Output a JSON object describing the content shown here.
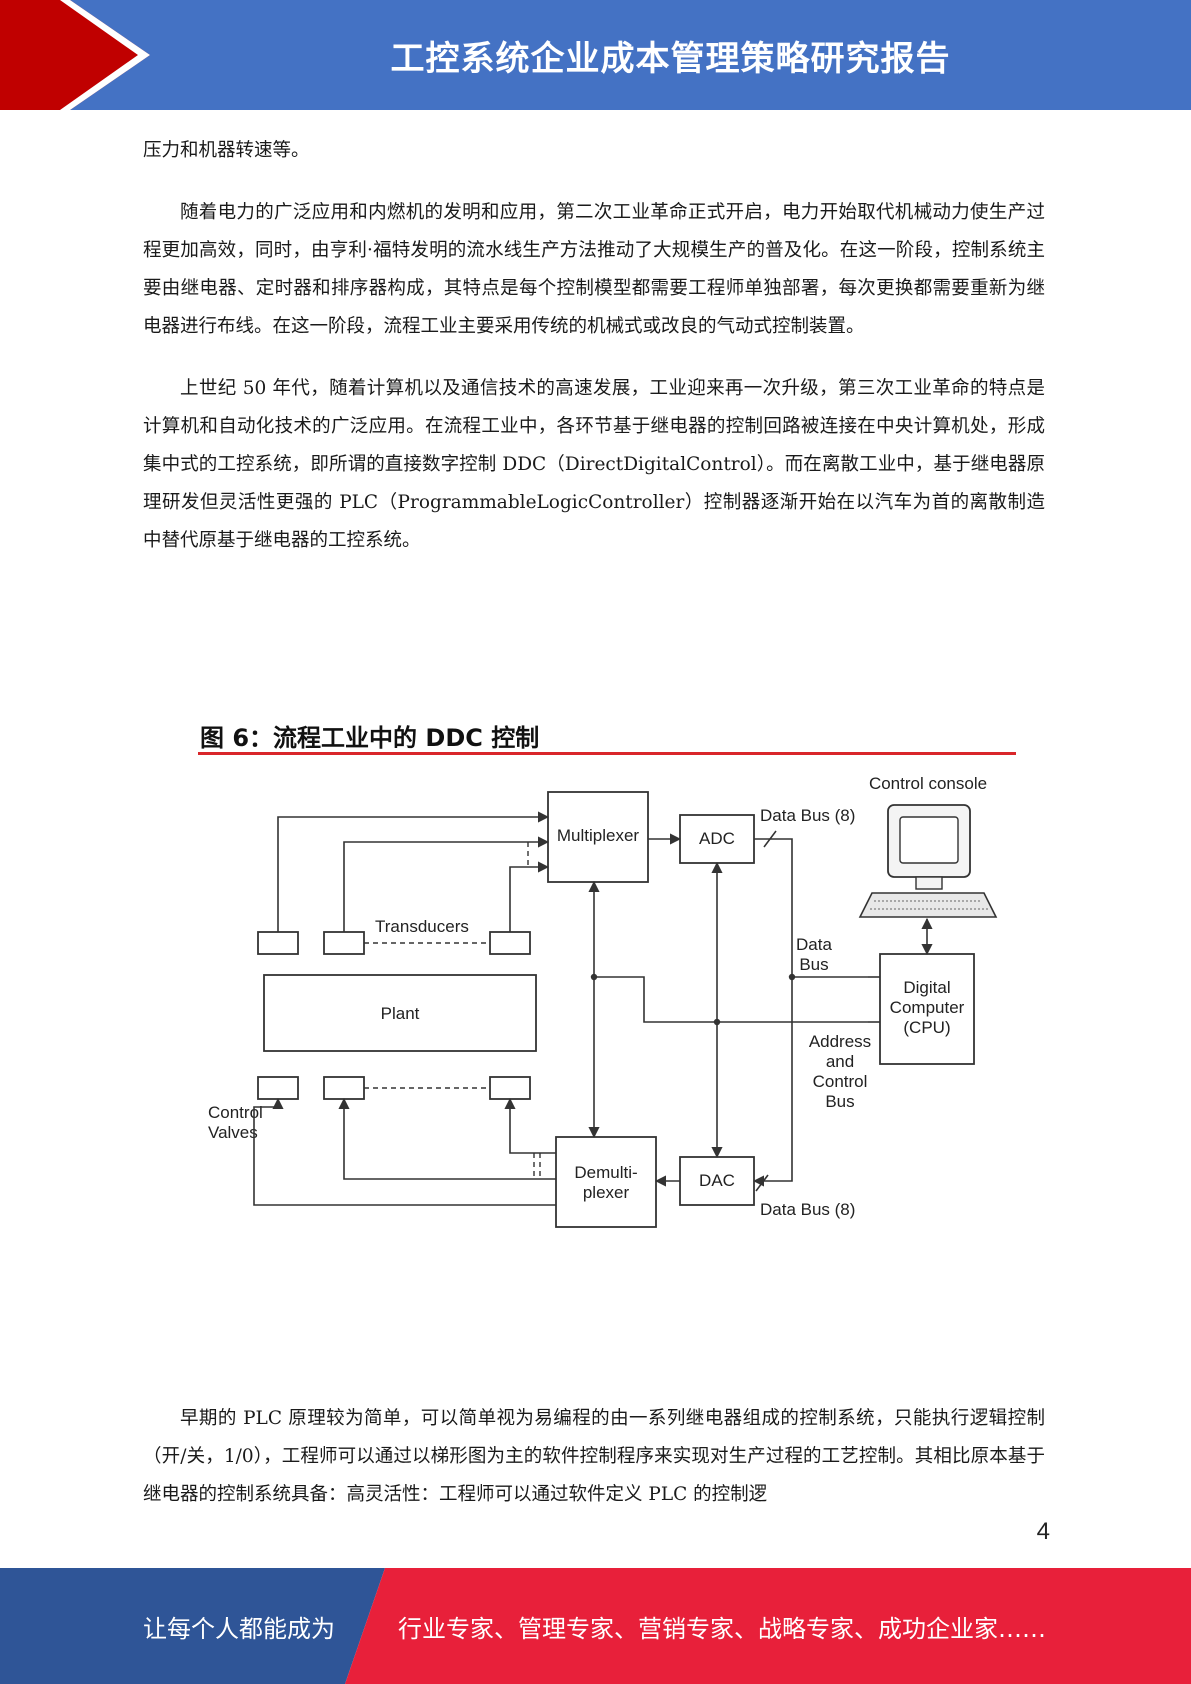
{
  "header": {
    "title": "工控系统企业成本管理策略研究报告",
    "colors": {
      "bar": "#4472c4",
      "chevron": "#c00000"
    }
  },
  "body": {
    "p1": "压力和机器转速等。",
    "p2": "随着电力的广泛应用和内燃机的发明和应用，第二次工业革命正式开启，电力开始取代机械动力使生产过程更加高效，同时，由亨利·福特发明的流水线生产方法推动了大规模生产的普及化。在这一阶段，控制系统主要由继电器、定时器和排序器构成，其特点是每个控制模型都需要工程师单独部署，每次更换都需要重新为继电器进行布线。在这一阶段，流程工业主要采用传统的机械式或改良的气动式控制装置。",
    "p3": "上世纪 50 年代，随着计算机以及通信技术的高速发展，工业迎来再一次升级，第三次工业革命的特点是计算机和自动化技术的广泛应用。在流程工业中，各环节基于继电器的控制回路被连接在中央计算机处，形成集中式的工控系统，即所谓的直接数字控制 DDC（DirectDigitalControl）。而在离散工业中，基于继电器原理研发但灵活性更强的 PLC（ProgrammableLogicController）控制器逐渐开始在以汽车为首的离散制造中替代原基于继电器的工控系统。",
    "p4": "早期的 PLC 原理较为简单，可以简单视为易编程的由一系列继电器组成的控制系统，只能执行逻辑控制（开/关，1/0），工程师可以通过以梯形图为主的软件控制程序来实现对生产过程的工艺控制。其相比原本基于继电器的控制系统具备：高灵活性：工程师可以通过软件定义 PLC 的控制逻"
  },
  "figure": {
    "title": "图 6：流程工业中的 DDC 控制",
    "rule_color": "#d9262a",
    "labels": {
      "multiplexer": "Multiplexer",
      "adc": "ADC",
      "dac": "DAC",
      "demux_line1": "Demulti-",
      "demux_line2": "plexer",
      "plant": "Plant",
      "transducers": "Transducers",
      "control_valves_1": "Control",
      "control_valves_2": "Valves",
      "control_console": "Control console",
      "data_bus_top": "Data Bus (8)",
      "data_bus_bottom": "Data Bus (8)",
      "data_bus_mid_1": "Data",
      "data_bus_mid_2": "Bus",
      "cpu_1": "Digital",
      "cpu_2": "Computer",
      "cpu_3": "(CPU)",
      "addr_1": "Address",
      "addr_2": "and",
      "addr_3": "Control",
      "addr_4": "Bus"
    }
  },
  "page_number": "4",
  "footer": {
    "left": "让每个人都能成为",
    "right": "行业专家、管理专家、营销专家、战略专家、成功企业家……",
    "colors": {
      "left": "#2f5597",
      "right": "#e8203a"
    }
  }
}
